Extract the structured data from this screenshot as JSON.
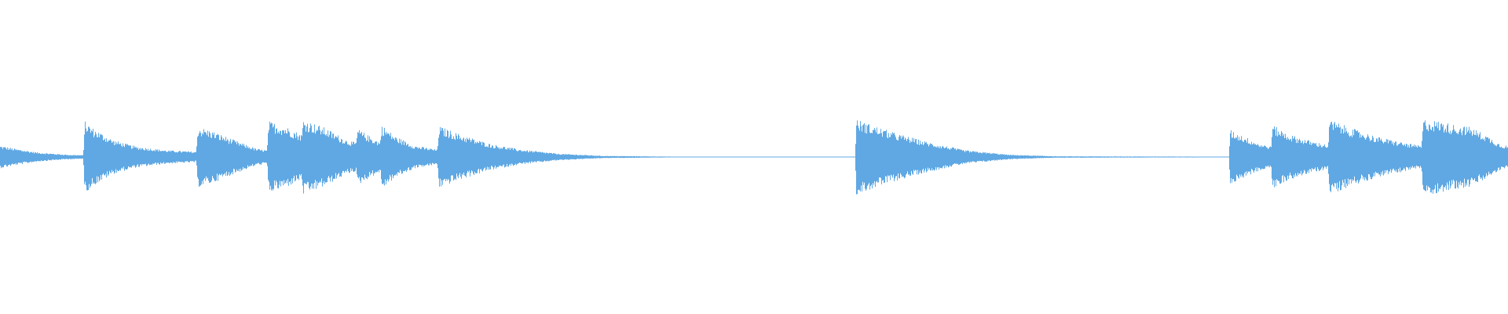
{
  "waveform": {
    "color": "#5fa8e3",
    "background": "#ffffff",
    "description_hidden": "",
    "envelope_points": [
      [
        0.0,
        0.3
      ],
      [
        0.01,
        0.22
      ],
      [
        0.025,
        0.12
      ],
      [
        0.045,
        0.06
      ],
      [
        0.055,
        0.05
      ],
      [
        0.056,
        0.95
      ],
      [
        0.062,
        0.75
      ],
      [
        0.075,
        0.45
      ],
      [
        0.09,
        0.28
      ],
      [
        0.11,
        0.18
      ],
      [
        0.13,
        0.14
      ],
      [
        0.131,
        0.8
      ],
      [
        0.14,
        0.7
      ],
      [
        0.155,
        0.45
      ],
      [
        0.17,
        0.22
      ],
      [
        0.177,
        0.18
      ],
      [
        0.178,
        0.95
      ],
      [
        0.19,
        0.8
      ],
      [
        0.2,
        0.6
      ],
      [
        0.201,
        1.0
      ],
      [
        0.215,
        0.78
      ],
      [
        0.23,
        0.45
      ],
      [
        0.236,
        0.38
      ],
      [
        0.237,
        0.75
      ],
      [
        0.245,
        0.55
      ],
      [
        0.252,
        0.4
      ],
      [
        0.253,
        0.85
      ],
      [
        0.262,
        0.55
      ],
      [
        0.275,
        0.3
      ],
      [
        0.29,
        0.2
      ],
      [
        0.291,
        0.82
      ],
      [
        0.305,
        0.6
      ],
      [
        0.325,
        0.35
      ],
      [
        0.345,
        0.2
      ],
      [
        0.37,
        0.09
      ],
      [
        0.4,
        0.03
      ],
      [
        0.45,
        0.01
      ],
      [
        0.567,
        0.01
      ],
      [
        0.568,
        1.0
      ],
      [
        0.578,
        0.85
      ],
      [
        0.595,
        0.62
      ],
      [
        0.615,
        0.4
      ],
      [
        0.64,
        0.18
      ],
      [
        0.67,
        0.06
      ],
      [
        0.7,
        0.02
      ],
      [
        0.815,
        0.01
      ],
      [
        0.816,
        0.72
      ],
      [
        0.825,
        0.55
      ],
      [
        0.836,
        0.35
      ],
      [
        0.843,
        0.28
      ],
      [
        0.844,
        0.85
      ],
      [
        0.855,
        0.6
      ],
      [
        0.87,
        0.42
      ],
      [
        0.881,
        0.32
      ],
      [
        0.882,
        1.0
      ],
      [
        0.895,
        0.78
      ],
      [
        0.915,
        0.52
      ],
      [
        0.935,
        0.35
      ],
      [
        0.943,
        0.3
      ],
      [
        0.944,
        1.0
      ],
      [
        0.955,
        0.95
      ],
      [
        0.965,
        0.85
      ],
      [
        0.975,
        0.8
      ],
      [
        0.985,
        0.6
      ],
      [
        0.995,
        0.35
      ],
      [
        1.0,
        0.3
      ]
    ]
  }
}
